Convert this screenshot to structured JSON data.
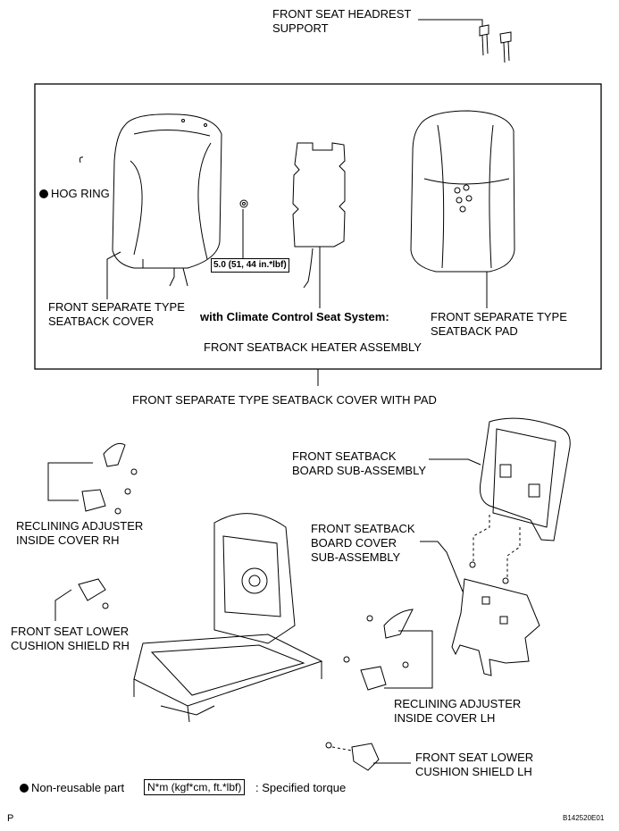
{
  "labels": {
    "headrest_support": [
      "FRONT SEAT HEADREST",
      "SUPPORT"
    ],
    "hog_ring": "HOG RING",
    "torque_spec": "5.0 (51, 44 in.*lbf)",
    "seatback_cover": [
      "FRONT SEPARATE TYPE",
      "SEATBACK COVER"
    ],
    "climate_control": "with Climate Control Seat System:",
    "heater_assembly": "FRONT SEATBACK HEATER ASSEMBLY",
    "seatback_pad": [
      "FRONT SEPARATE TYPE",
      "SEATBACK PAD"
    ],
    "cover_with_pad": "FRONT SEPARATE TYPE SEATBACK COVER WITH PAD",
    "board_sub_assembly": [
      "FRONT SEATBACK",
      "BOARD SUB-ASSEMBLY"
    ],
    "reclining_rh": [
      "RECLINING ADJUSTER",
      "INSIDE COVER RH"
    ],
    "board_cover": [
      "FRONT SEATBACK",
      "BOARD COVER",
      "SUB-ASSEMBLY"
    ],
    "cushion_shield_rh": [
      "FRONT SEAT LOWER",
      "CUSHION SHIELD RH"
    ],
    "reclining_lh": [
      "RECLINING ADJUSTER",
      "INSIDE COVER LH"
    ],
    "cushion_shield_lh": [
      "FRONT SEAT LOWER",
      "CUSHION SHIELD LH"
    ]
  },
  "legend": {
    "non_reusable": "Non-reusable part",
    "torque_units": "N*m (kgf*cm, ft.*lbf)",
    "specified_torque": ": Specified torque"
  },
  "footer": {
    "corner_letter": "P",
    "figure_id": "B142520E01"
  }
}
